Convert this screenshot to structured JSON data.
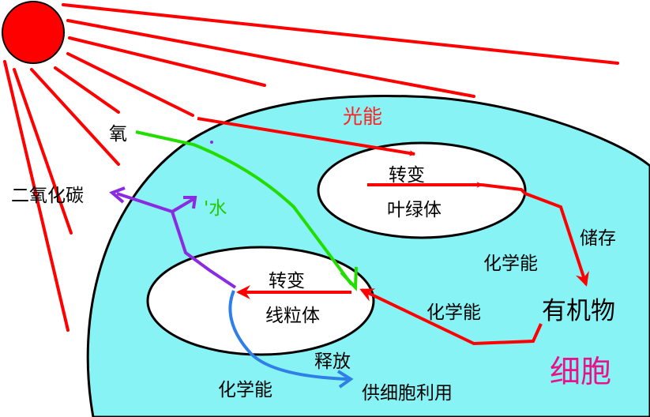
{
  "labels": {
    "light_energy": "光能",
    "chloroplast_transform": "转变",
    "chloroplast": "叶绿体",
    "storage": "储存",
    "chem_energy_stored": "化学能",
    "organic_matter": "有机物",
    "chem_energy_to_mito": "化学能",
    "mitochondria_transform": "转变",
    "mitochondria": "线粒体",
    "release": "释放",
    "chem_energy_released": "化学能",
    "supply_cell": "供细胞利用",
    "oxygen": "氧",
    "water": "'水",
    "carbon_dioxide": "二氧化碳",
    "cell": "细胞"
  },
  "colors": {
    "sun": "#ff0000",
    "rays": "#ff0000",
    "cell_fill": "#88f3f5",
    "organelle_fill": "#ffffff",
    "energy_arrow": "#ff0000",
    "oxygen_arrow": "#22dd00",
    "co2_water_arrow": "#8a2be2",
    "release_arrow": "#2f7fe8",
    "light_label": "#ff2020",
    "water_label": "#22cc00",
    "cell_label": "#e8138a",
    "text": "#000000"
  }
}
